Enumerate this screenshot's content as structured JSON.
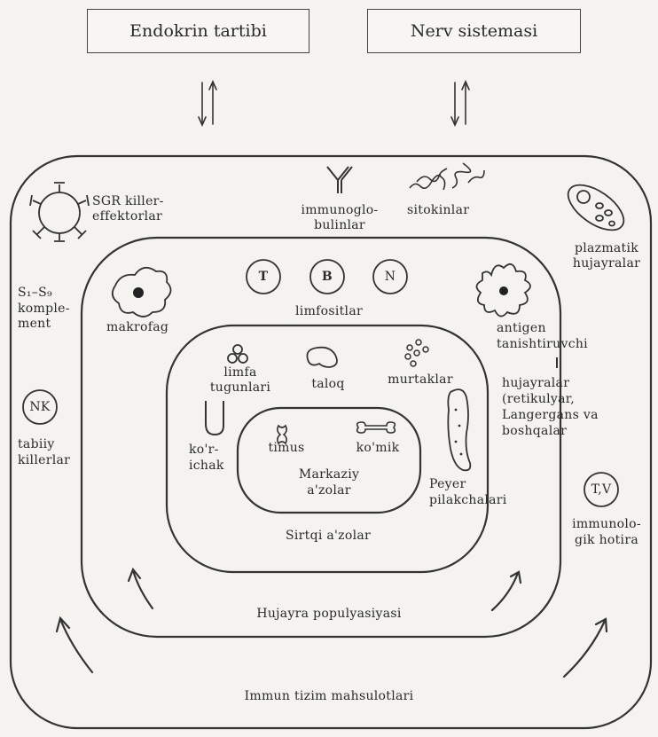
{
  "header": {
    "left_box": "Endokrin tartibi",
    "right_box": "Nerv sistemasi"
  },
  "outer_ring": {
    "caption": "Immun tizim mahsulotlari",
    "items": {
      "sgr_line1": "SGR killer-",
      "sgr_line2": "effektorlar",
      "ig_line1": "immunoglo-",
      "ig_line2": "bulinlar",
      "cytokines": "sitokinlar",
      "plasma_line1": "plazmatik",
      "plasma_line2": "hujayralar",
      "complement_line1": "S₁–S₉",
      "complement_line2": "komple-",
      "complement_line3": "ment",
      "nk_symbol": "NK",
      "nk_line1": "tabiiy",
      "nk_line2": "killerlar",
      "memory_symbol": "T,V",
      "memory_line1": "immunolo-",
      "memory_line2": "gik hotira",
      "apc_line3": "hujayralar",
      "apc_line4": "(retikulyar,",
      "apc_line5": "Langergans va",
      "apc_line6": "boshqalar"
    }
  },
  "cell_ring": {
    "caption": "Hujayra populyasiyasi",
    "items": {
      "t_symbol": "T",
      "b_symbol": "B",
      "n_symbol": "N",
      "lymphocytes": "limfositlar",
      "macrophage": "makrofag",
      "apc_line1": "antigen",
      "apc_line2": "tanishtiruvchi"
    }
  },
  "peripheral_ring": {
    "caption": "Sirtqi a'zolar",
    "items": {
      "lymph_line1": "limfa",
      "lymph_line2": "tugunlari",
      "spleen": "taloq",
      "tonsils": "murtaklar",
      "gut_line1": "ko'r-",
      "gut_line2": "ichak",
      "peyer_line1": "Peyer",
      "peyer_line2": "pilakchalari"
    }
  },
  "central_ring": {
    "caption_line1": "Markaziy",
    "caption_line2": "a'zolar",
    "items": {
      "thymus": "timus",
      "bone_marrow": "ko'mik"
    }
  }
}
